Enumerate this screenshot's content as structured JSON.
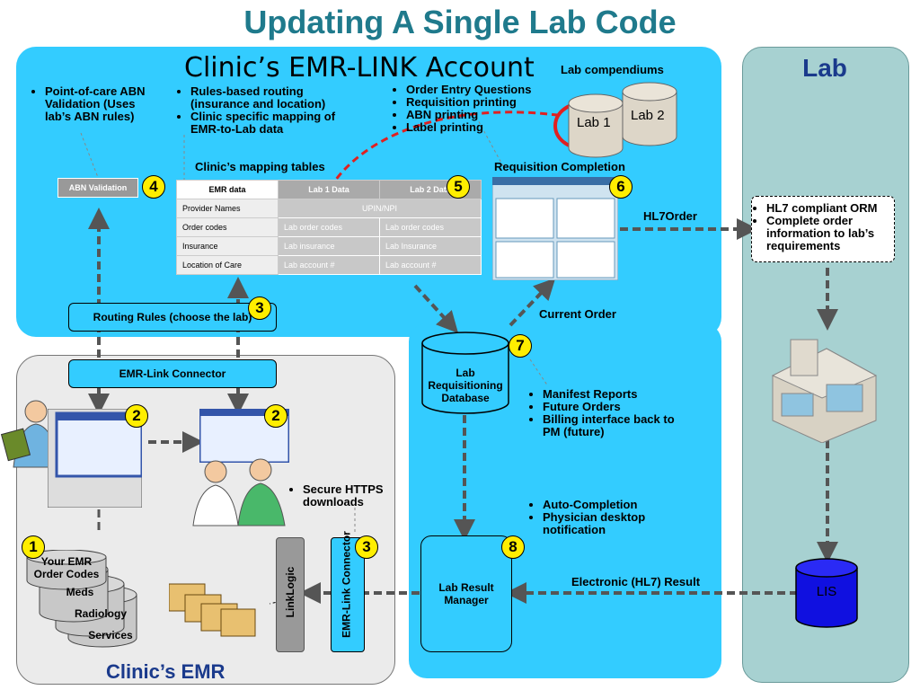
{
  "title": "Updating A Single Lab Code",
  "account": {
    "title": "Clinic’s EMR-LINK Account",
    "compendiums_label": "Lab compendiums",
    "lab1": "Lab 1",
    "lab2": "Lab 2",
    "abn_bullets": [
      "Point-of-care ABN Validation (Uses lab’s ABN rules)"
    ],
    "routing_bullets": [
      "Rules-based routing (insurance and location)",
      "Clinic specific mapping of EMR-to-Lab data"
    ],
    "order_bullets": [
      "Order Entry Questions",
      "Requisition printing",
      "ABN printing",
      "Label printing"
    ],
    "abn_box": "ABN Validation",
    "mapping_title": "Clinic’s mapping tables",
    "mapping_table": {
      "headers": [
        "EMR data",
        "Lab 1 Data",
        "Lab 2 Data"
      ],
      "rows": [
        [
          "Provider Names",
          "UPIN/NPI",
          ""
        ],
        [
          "Order codes",
          "Lab order codes",
          "Lab order codes"
        ],
        [
          "Insurance",
          "Lab insurance",
          "Lab Insurance"
        ],
        [
          "Location of Care",
          "Lab account #",
          "Lab account #"
        ]
      ]
    },
    "requisition_title": "Requisition Completion",
    "hl7order": "HL7Order",
    "routing_rules": "Routing Rules (choose the lab)",
    "connector": "EMR-Link Connector",
    "current_order": "Current Order",
    "database": "Lab Requisitioning Database",
    "db_bullets": [
      "Manifest Reports",
      "Future Orders",
      "Billing interface back to PM (future)"
    ],
    "result_bullets": [
      "Auto-Completion",
      "Physician desktop notification"
    ],
    "result_manager": "Lab Result Manager",
    "electronic_result": "Electronic (HL7) Result"
  },
  "clinic": {
    "title": "Clinic’s EMR",
    "https_bullets": [
      "Secure HTTPS downloads"
    ],
    "stack": [
      "Your EMR Order Codes",
      "Meds",
      "Radiology",
      "Services"
    ],
    "linklogic": "LinkLogic",
    "connector_vertical": "EMR-Link Connector"
  },
  "lab": {
    "title": "Lab",
    "orm_bullets": [
      "HL7 compliant ORM",
      "Complete order information to lab’s requirements"
    ],
    "lis": "LIS"
  },
  "numbers": [
    "1",
    "2",
    "2",
    "3",
    "3",
    "4",
    "5",
    "6",
    "7",
    "8"
  ],
  "colors": {
    "title": "#1f7a8c",
    "account_bg": "#33ccff",
    "lab_bg": "#a7d1d1",
    "badge": "#ffee00",
    "highlight": "#e02020"
  }
}
